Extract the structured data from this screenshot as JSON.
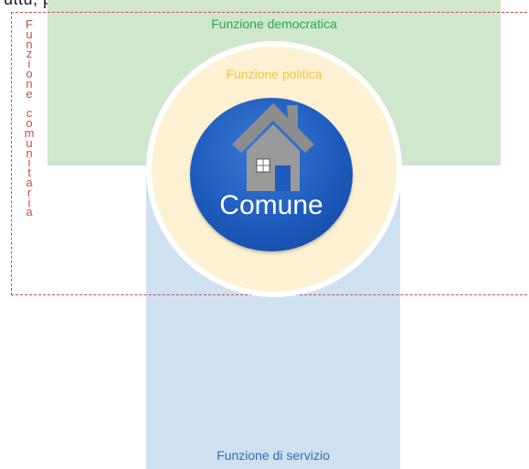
{
  "header_fragment": "uttu, per cui si cercl vi i",
  "functions": {
    "democratic": {
      "label": "Funzione democratica",
      "color": "#2aa84a"
    },
    "political": {
      "label": "Funzione politica",
      "color": "#f5c33b"
    },
    "service": {
      "label": "Funzione di servizio",
      "color": "#2f6fb6"
    },
    "community": {
      "label_lines": [
        "Funzione",
        "comunitaria"
      ],
      "color": "#c0504d"
    }
  },
  "core": {
    "label": "Comune",
    "icon": "house-icon",
    "color": "#1d5bbd"
  }
}
